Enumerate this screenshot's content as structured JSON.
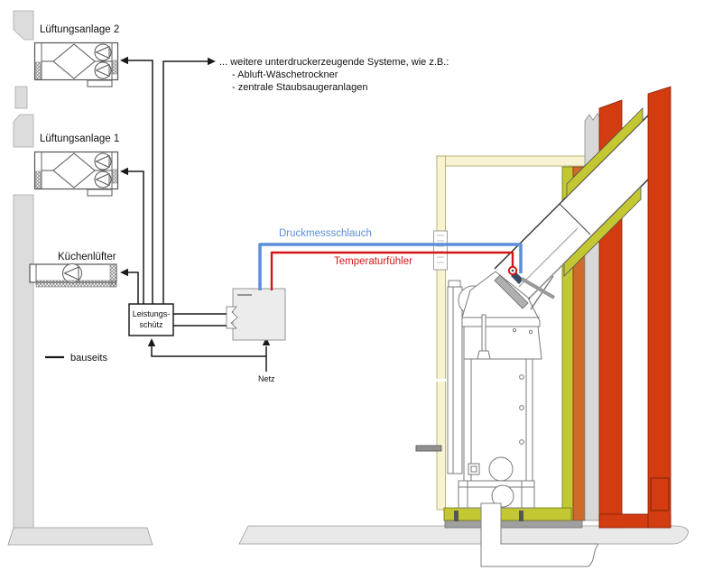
{
  "labels": {
    "ventilation_unit_2": "Lüftungsanlage 2",
    "ventilation_unit_1": "Lüftungsanlage 1",
    "kitchen_fan": "Küchenlüfter",
    "note_line_1": "... weitere unterdruckerzeugende Systeme, wie z.B.:",
    "note_line_2": "- Abluft-Wäschetrockner",
    "note_line_3": "- zentrale Staubsaugeranlagen",
    "pressure_hose": "Druckmessschlauch",
    "temperature_sensor": "Temperaturfühler",
    "contactor_line_1": "Leistungs-",
    "contactor_line_2": "schütz",
    "mains": "Netz",
    "onsite_legend": "bauseits"
  },
  "colors": {
    "pressure_hose_blue": "#5b8dd9",
    "temperature_sensor_red": "#d41616",
    "chimney_red": "#d23c10",
    "insulation_olive": "#c3c832",
    "brick_orange": "#cf6b2a",
    "room_cream": "#f8f3d0",
    "wall_gray": "#dcdcdc",
    "wire_black": "#1a1a1a"
  }
}
